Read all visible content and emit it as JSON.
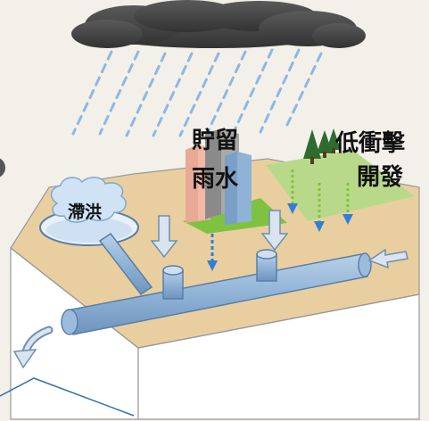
{
  "labels": {
    "detention": "滯洪",
    "storage_line1": "貯留",
    "storage_line2": "雨水",
    "lid_line1": "低衝擊",
    "lid_line2": "開發"
  },
  "colors": {
    "background": "#f3f0ea",
    "cloud": "#4a4a4a",
    "rain": "#8fb8e0",
    "ground_top": "#e9cf9f",
    "soil_side": "#ffffff",
    "pipe": "#8fb3d6",
    "pipe_stroke": "#5a7ea8",
    "green_area": "#b9d98a",
    "green_pad": "#7fc241",
    "building_pink": "#f2b7a5",
    "building_gray": "#9a9a9a",
    "building_blue": "#8fb3d6",
    "arrow_blue": "#2f7fd8",
    "tree": "#2f6b2f"
  }
}
